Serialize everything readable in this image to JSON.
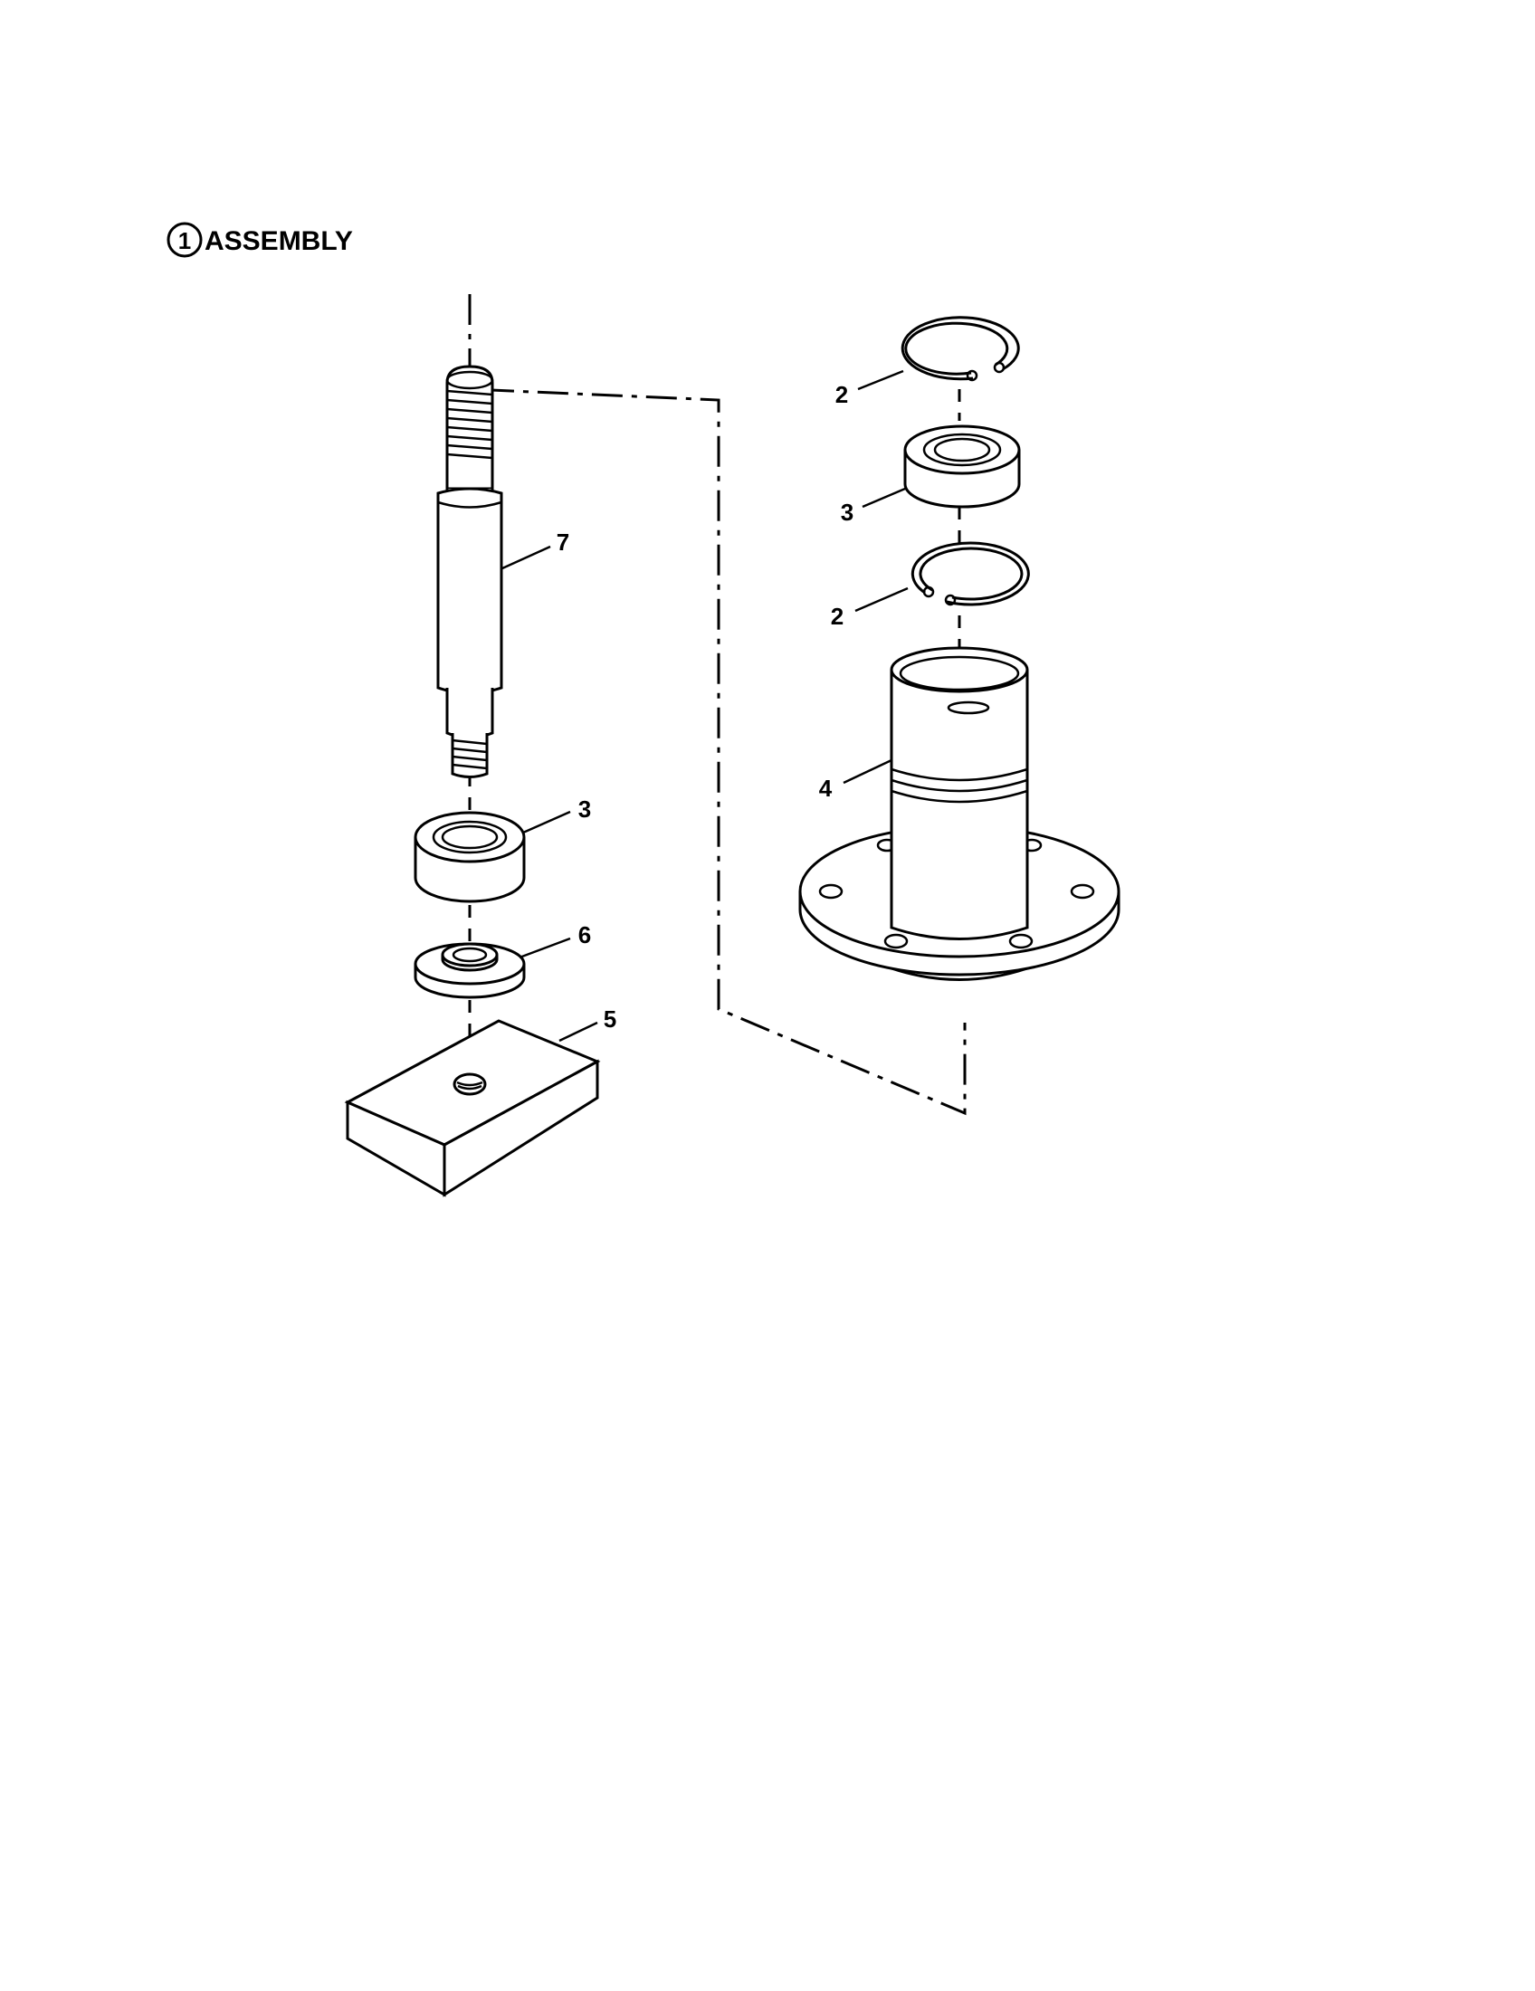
{
  "title": {
    "number": "1",
    "label": "ASSEMBLY"
  },
  "callouts": {
    "c2_top": "2",
    "c3_right": "3",
    "c2_mid": "2",
    "c4": "4",
    "c7": "7",
    "c3_left": "3",
    "c6": "6",
    "c5": "5"
  }
}
